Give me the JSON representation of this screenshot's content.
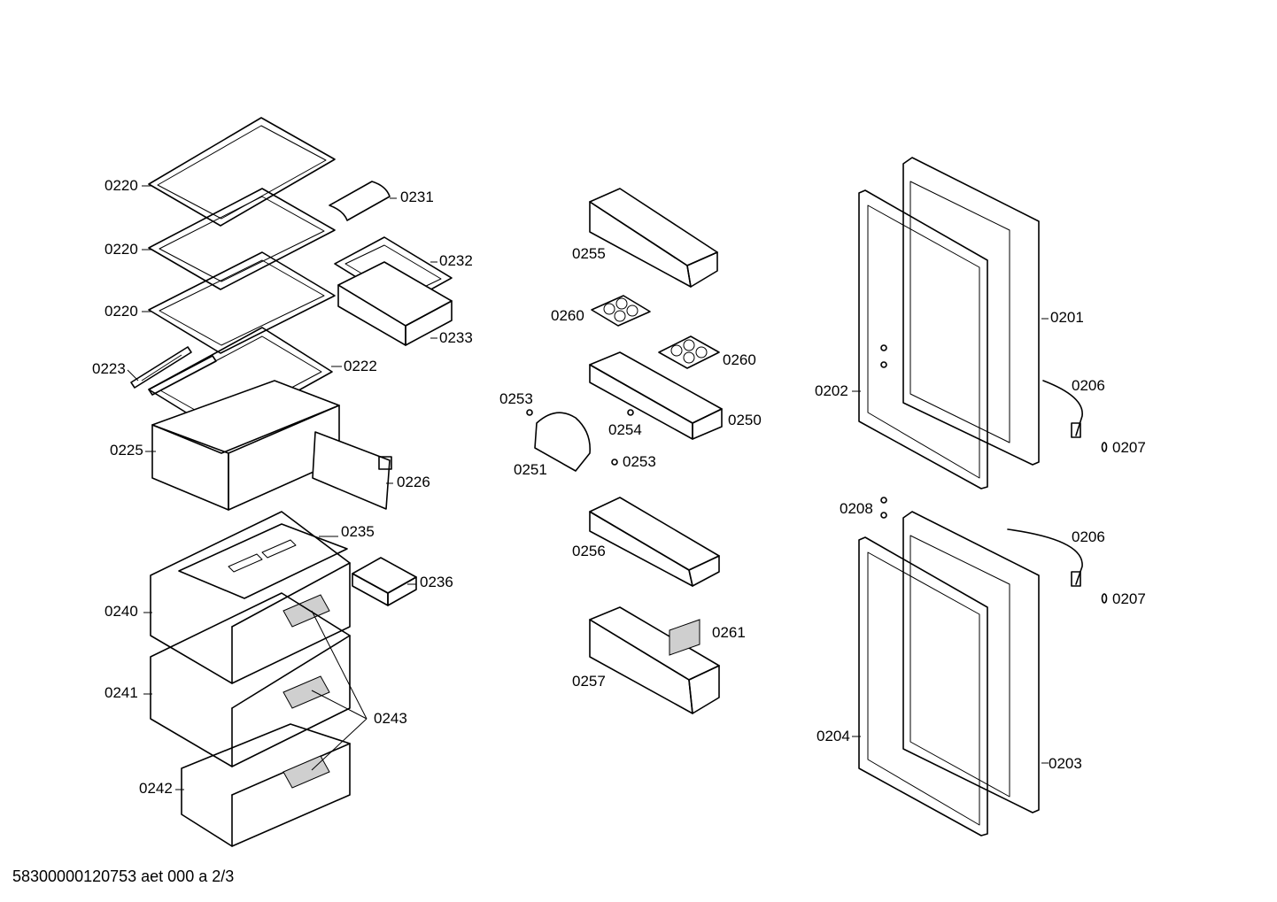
{
  "labels": {
    "l0220a": "0220",
    "l0220b": "0220",
    "l0220c": "0220",
    "l0231": "0231",
    "l0232": "0232",
    "l0233": "0233",
    "l0223": "0223",
    "l0222": "0222",
    "l0225": "0225",
    "l0226": "0226",
    "l0235": "0235",
    "l0236": "0236",
    "l0240": "0240",
    "l0241": "0241",
    "l0243": "0243",
    "l0242": "0242",
    "l0255": "0255",
    "l0260a": "0260",
    "l0260b": "0260",
    "l0253a": "0253",
    "l0254": "0254",
    "l0250": "0250",
    "l0251": "0251",
    "l0253b": "0253",
    "l0256": "0256",
    "l0261": "0261",
    "l0257": "0257",
    "l0201": "0201",
    "l0202": "0202",
    "l0206a": "0206",
    "l0207a": "0207",
    "l0208": "0208",
    "l0206b": "0206",
    "l0207b": "0207",
    "l0204": "0204",
    "l0203": "0203"
  },
  "footer": "58300000120753 aet 000 a 2/3"
}
